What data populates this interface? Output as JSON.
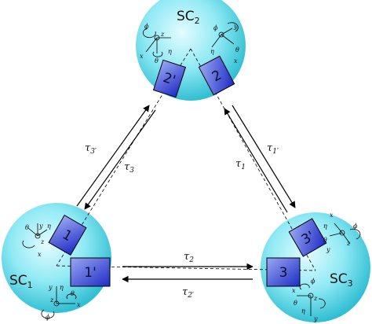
{
  "craft": {
    "top": {
      "name": "SC",
      "sub": "2"
    },
    "left": {
      "name": "SC",
      "sub": "1"
    },
    "right": {
      "name": "SC",
      "sub": "3"
    }
  },
  "boxes": {
    "b2p": "2'",
    "b2": "2",
    "b1": "1",
    "b1p": "1'",
    "b3p": "3'",
    "b3": "3"
  },
  "links": {
    "t3p": {
      "sym": "τ",
      "sub": "3′"
    },
    "t3": {
      "sym": "τ",
      "sub": "3"
    },
    "t1p": {
      "sym": "τ",
      "sub": "1′"
    },
    "t1": {
      "sym": "τ",
      "sub": "1"
    },
    "t2": {
      "sym": "τ",
      "sub": "2"
    },
    "t2p": {
      "sym": "τ",
      "sub": "2′"
    }
  },
  "frame_labels": {
    "x": "x",
    "y": "y",
    "z": "z",
    "eta": "η",
    "theta": "θ",
    "phi": "ϕ"
  },
  "colors": {
    "sphere_light": "#d8fbff",
    "sphere_mid": "#7fe6f2",
    "sphere_dark": "#2bb7cc",
    "box_light": "#8fa0ee",
    "box_dark": "#1f2cc8",
    "line": "#000000"
  }
}
